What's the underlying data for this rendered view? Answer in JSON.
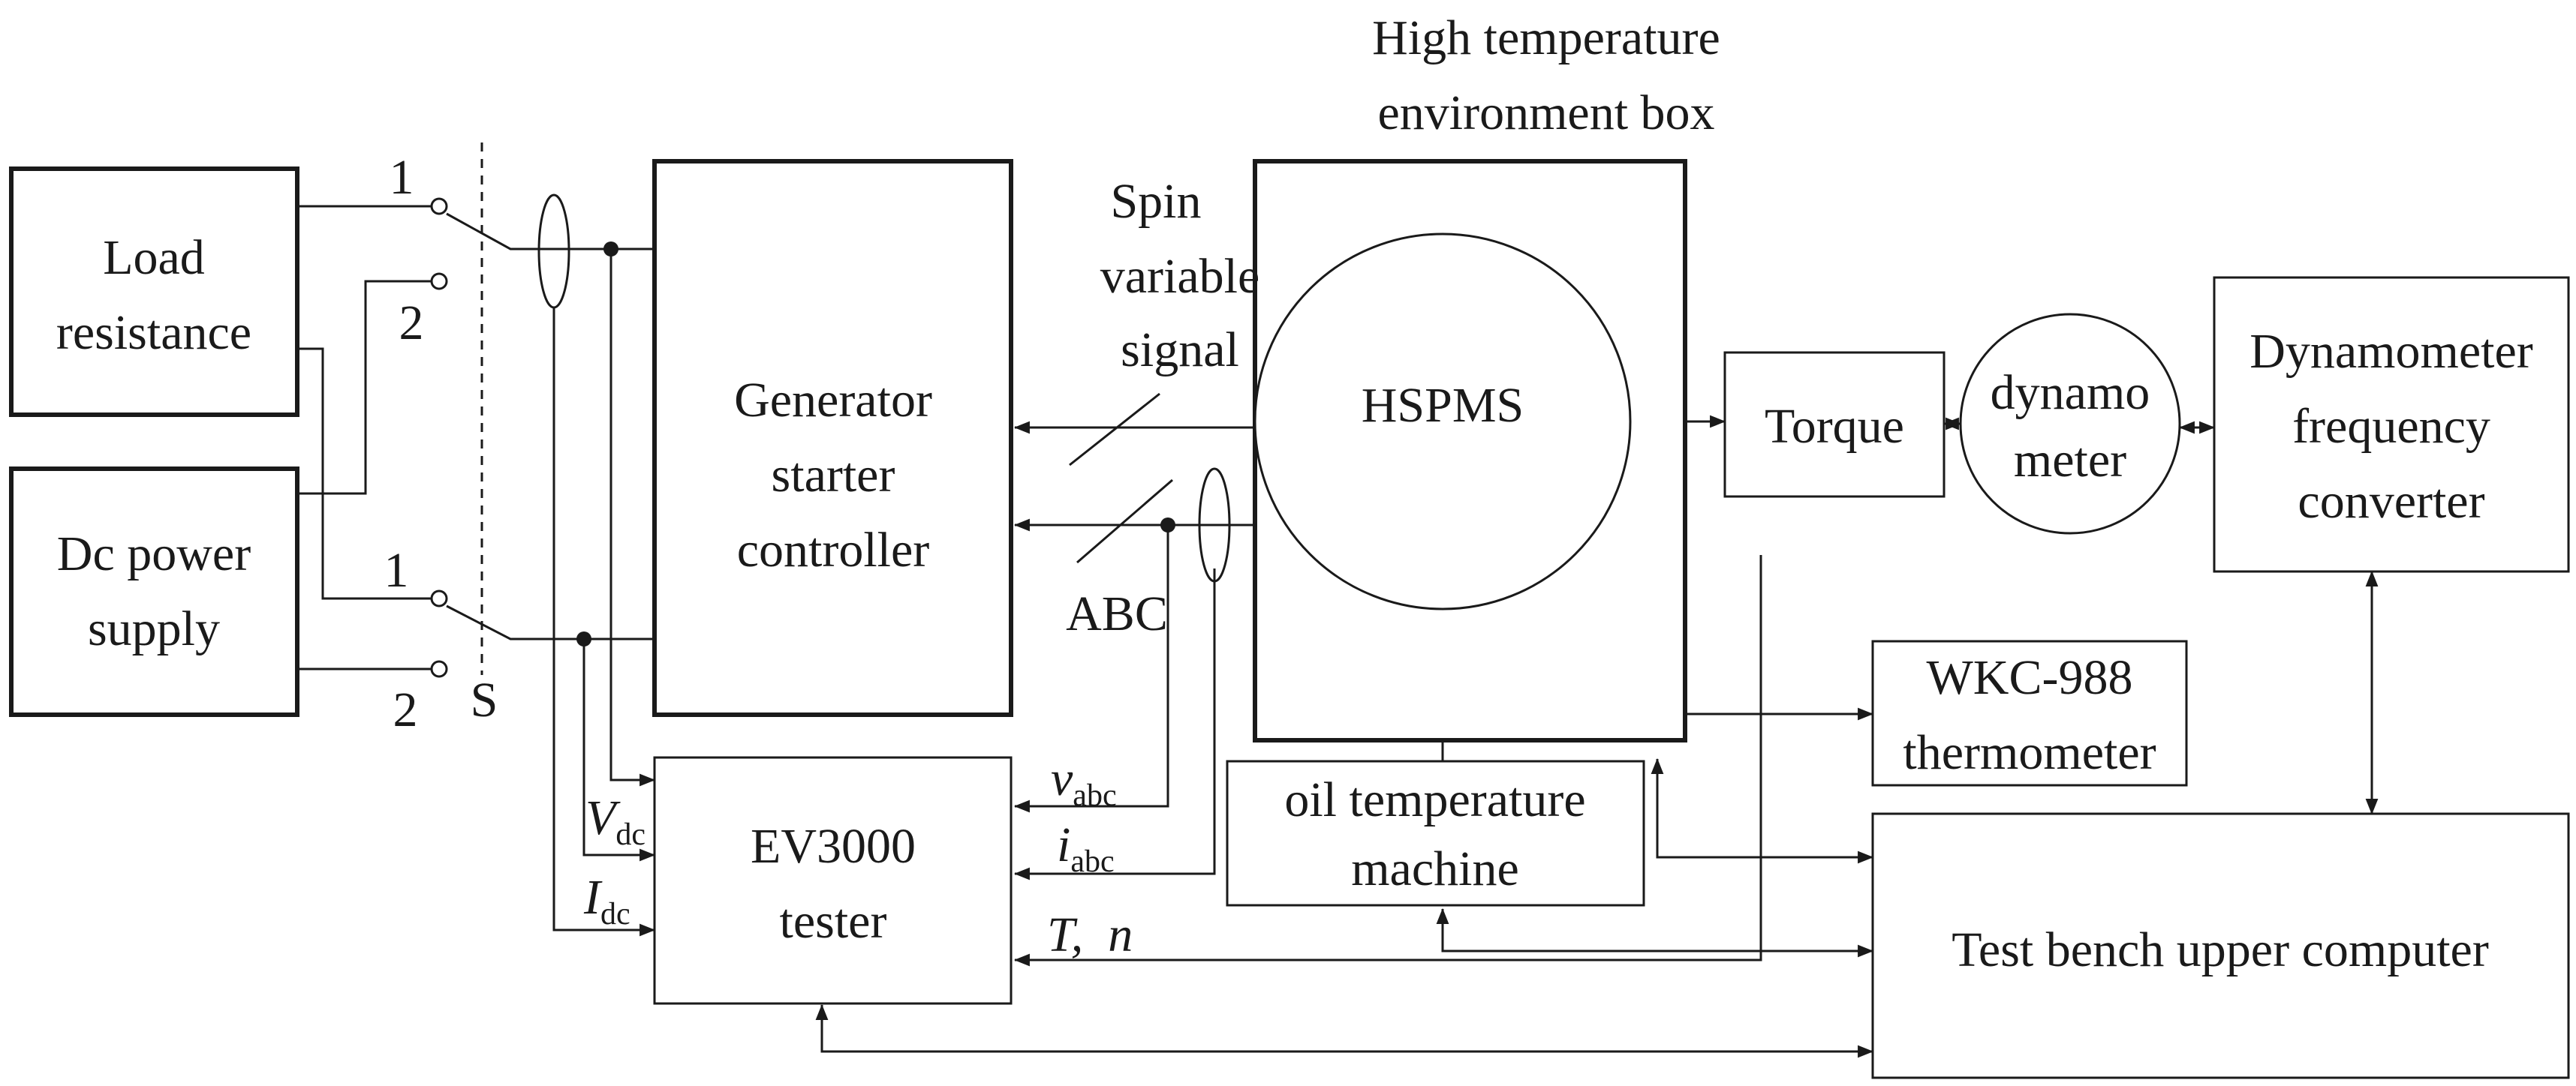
{
  "blocks": {
    "load_resistance": [
      "Load",
      "resistance"
    ],
    "dc_power_supply": [
      "Dc power",
      "supply"
    ],
    "generator_controller": [
      "Generator",
      "starter",
      "controller"
    ],
    "environment_box_title": [
      "High temperature",
      "environment box"
    ],
    "hspms": "HSPMS",
    "torque": "Torque",
    "dynamometer": [
      "dynamo",
      "meter"
    ],
    "dyn_converter": [
      "Dynamometer",
      "frequency",
      "converter"
    ],
    "thermometer": [
      "WKC-988",
      "thermometer"
    ],
    "oil_machine": [
      "oil temperature",
      "machine"
    ],
    "tester": [
      "EV3000",
      "tester"
    ],
    "upper_computer": "Test bench upper computer"
  },
  "signals": {
    "spin_signal": [
      "Spin",
      "variable",
      "signal"
    ],
    "abc": "ABC",
    "v_abc": {
      "main": "v",
      "sub": "abc"
    },
    "i_abc": {
      "main": "i",
      "sub": "abc"
    },
    "v_dc": {
      "main": "V",
      "sub": "dc"
    },
    "i_dc": {
      "main": "I",
      "sub": "dc"
    },
    "t_n": "T,  n"
  },
  "switch": {
    "top_pos1": "1",
    "top_pos2": "2",
    "bottom_pos1": "1",
    "bottom_pos2": "2",
    "label": "S"
  }
}
